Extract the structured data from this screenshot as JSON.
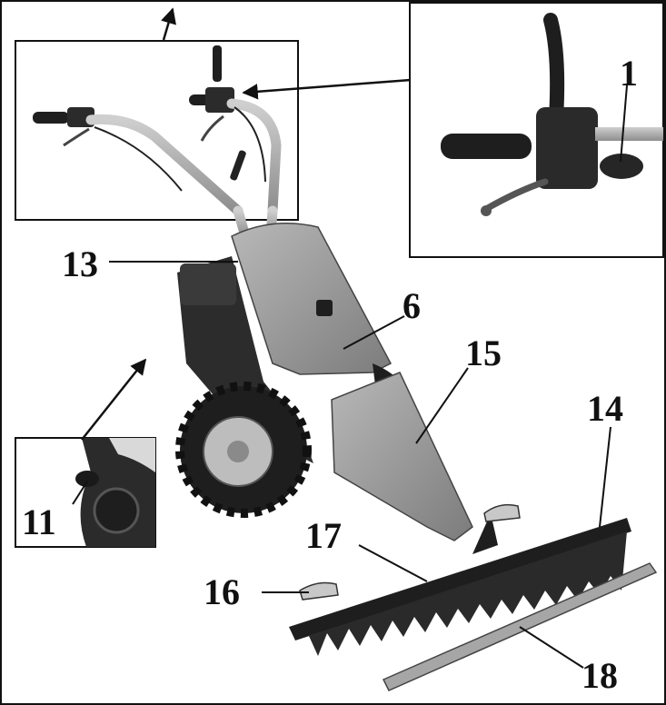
{
  "callouts": {
    "c1": "1",
    "c6": "6",
    "c11": "11",
    "c13": "13",
    "c14": "14",
    "c15": "15",
    "c16": "16",
    "c17": "17",
    "c18": "18"
  },
  "colors": {
    "body_grey": "#9a9a9a",
    "body_dark": "#5e5e5e",
    "tire": "#1e1e1e",
    "frame": "#111111"
  }
}
